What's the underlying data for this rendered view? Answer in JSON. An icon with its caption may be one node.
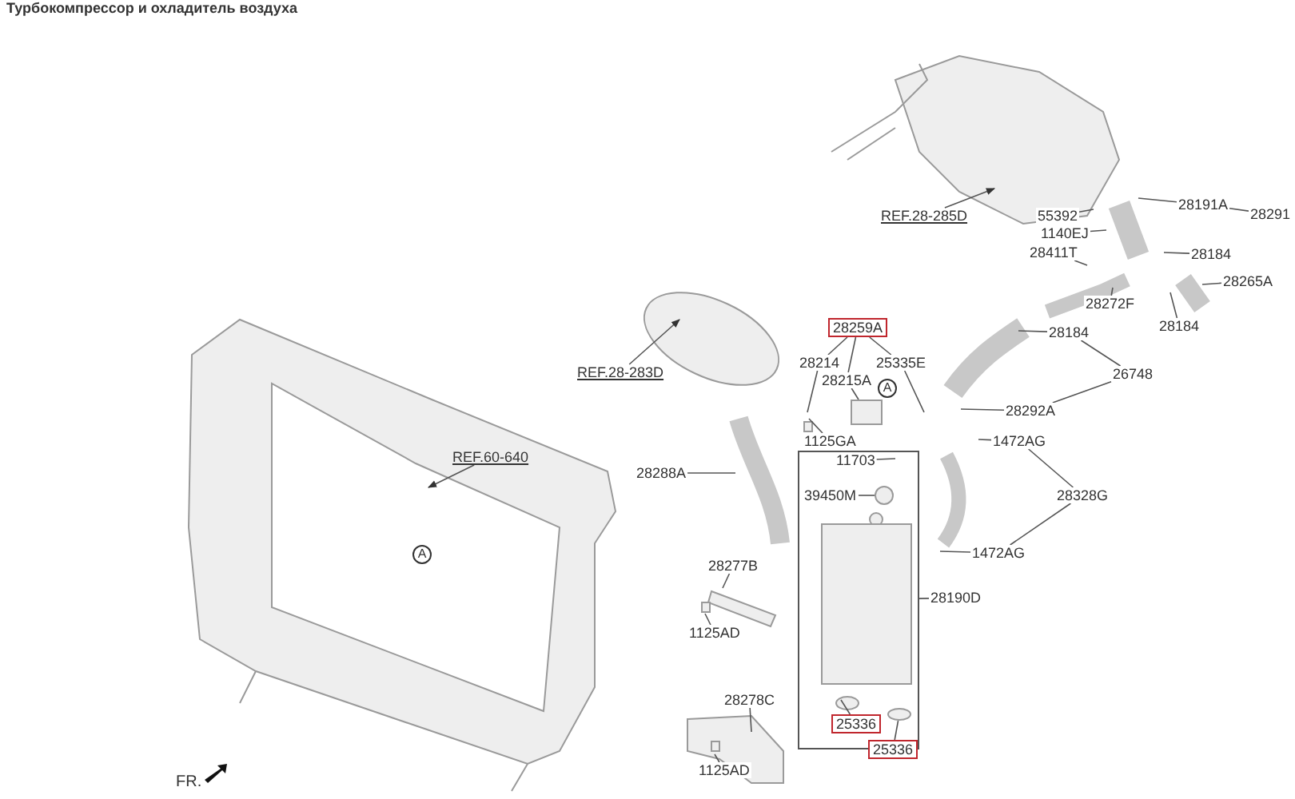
{
  "diagram": {
    "title": "Турбокомпрессор и охладитель воздуха",
    "nodes": [
      {
        "text": [
          "REF.28-285D"
        ]
      },
      {
        "text": [
          "55392"
        ]
      },
      {
        "text": [
          "28191A"
        ]
      },
      {
        "text": [
          "28291"
        ]
      },
      {
        "text": [
          "1140EJ"
        ]
      },
      {
        "text": [
          "28411T"
        ]
      },
      {
        "text": [
          "28184"
        ]
      },
      {
        "text": [
          "28265A"
        ]
      },
      {
        "text": [
          "28272F"
        ]
      },
      {
        "text": [
          "28184"
        ]
      },
      {
        "text": [
          "28259A"
        ]
      },
      {
        "text": [
          "28184"
        ]
      },
      {
        "text": [
          "REF.28-283D"
        ]
      },
      {
        "text": [
          "28214"
        ]
      },
      {
        "text": [
          "25335E"
        ]
      },
      {
        "text": [
          "A"
        ]
      },
      {
        "text": [
          "28215A"
        ]
      },
      {
        "text": [
          "26748"
        ]
      },
      {
        "text": [
          "1125GA"
        ]
      },
      {
        "text": [
          "28292A"
        ]
      },
      {
        "text": [
          "1472AG"
        ]
      },
      {
        "text": [
          "REF.60-640"
        ]
      },
      {
        "text": [
          "11703"
        ],
        "in": 35
      },
      {
        "text": [
          "28288A"
        ]
      },
      {
        "text": [
          "39450M"
        ],
        "in": 35
      },
      {
        "text": [
          "28328G"
        ]
      },
      {
        "text": [
          "A"
        ]
      },
      {
        "text": [
          "1472AG"
        ]
      },
      {
        "text": [
          "28277B"
        ]
      },
      {
        "text": [
          "28190D"
        ]
      },
      {
        "text": [
          "1125AD"
        ]
      },
      {
        "text": [
          "28278C"
        ]
      },
      {
        "text": [
          "25336"
        ],
        "in": 35
      },
      {
        "text": [
          "25336"
        ],
        "in": 35
      },
      {
        "text": [
          "1125AD"
        ]
      },
      {
        "text": [],
        "shape": "box"
      },
      {
        "text": [],
        "shape": "box"
      },
      {
        "text": [],
        "shape": "circle",
        "in": 35
      },
      {
        "text": [],
        "shape": "circle",
        "in": 35
      }
    ],
    "edges": [
      {
        "from": 0,
        "to": null,
        "arrow": "to"
      },
      {
        "from": 1,
        "to": null,
        "arrow": "none"
      },
      {
        "from": 2,
        "to": null,
        "arrow": "none"
      },
      {
        "from": 3,
        "to": 2,
        "arrow": "none"
      },
      {
        "from": 4,
        "to": null,
        "arrow": "none"
      },
      {
        "from": 5,
        "to": null,
        "arrow": "none"
      },
      {
        "from": 6,
        "to": null,
        "arrow": "none"
      },
      {
        "from": 7,
        "to": null,
        "arrow": "none"
      },
      {
        "from": 8,
        "to": null,
        "arrow": "none"
      },
      {
        "from": 9,
        "to": null,
        "arrow": "none"
      },
      {
        "from": 10,
        "to": 13,
        "arrow": "none"
      },
      {
        "from": 10,
        "to": 16,
        "arrow": "none"
      },
      {
        "from": 10,
        "to": 14,
        "arrow": "none"
      },
      {
        "from": 11,
        "to": null,
        "arrow": "none"
      },
      {
        "from": 12,
        "to": null,
        "arrow": "to"
      },
      {
        "from": 13,
        "to": null,
        "arrow": "none"
      },
      {
        "from": 14,
        "to": null,
        "arrow": "none"
      },
      {
        "from": 16,
        "to": 36,
        "arrow": "none"
      },
      {
        "from": 17,
        "to": 11,
        "arrow": "none"
      },
      {
        "from": 17,
        "to": 19,
        "arrow": "none"
      },
      {
        "from": 18,
        "to": null,
        "arrow": "none"
      },
      {
        "from": 19,
        "to": null,
        "arrow": "none"
      },
      {
        "from": 20,
        "to": null,
        "arrow": "none"
      },
      {
        "from": 21,
        "to": null,
        "arrow": "to"
      },
      {
        "from": 22,
        "to": null,
        "arrow": "none"
      },
      {
        "from": 23,
        "to": null,
        "arrow": "none"
      },
      {
        "from": 24,
        "to": 37,
        "arrow": "none"
      },
      {
        "from": 25,
        "to": 20,
        "arrow": "none"
      },
      {
        "from": 25,
        "to": 27,
        "arrow": "none"
      },
      {
        "from": 27,
        "to": null,
        "arrow": "none"
      },
      {
        "from": 28,
        "to": null,
        "arrow": "none"
      },
      {
        "from": 29,
        "to": 35,
        "arrow": "none"
      },
      {
        "from": 30,
        "to": null,
        "arrow": "none"
      },
      {
        "from": 31,
        "to": null,
        "arrow": "none"
      },
      {
        "from": 32,
        "to": null,
        "arrow": "none"
      },
      {
        "from": 33,
        "to": 38,
        "arrow": "none"
      },
      {
        "from": 34,
        "to": null,
        "arrow": "none"
      }
    ],
    "labels": [
      "FR."
    ]
  }
}
